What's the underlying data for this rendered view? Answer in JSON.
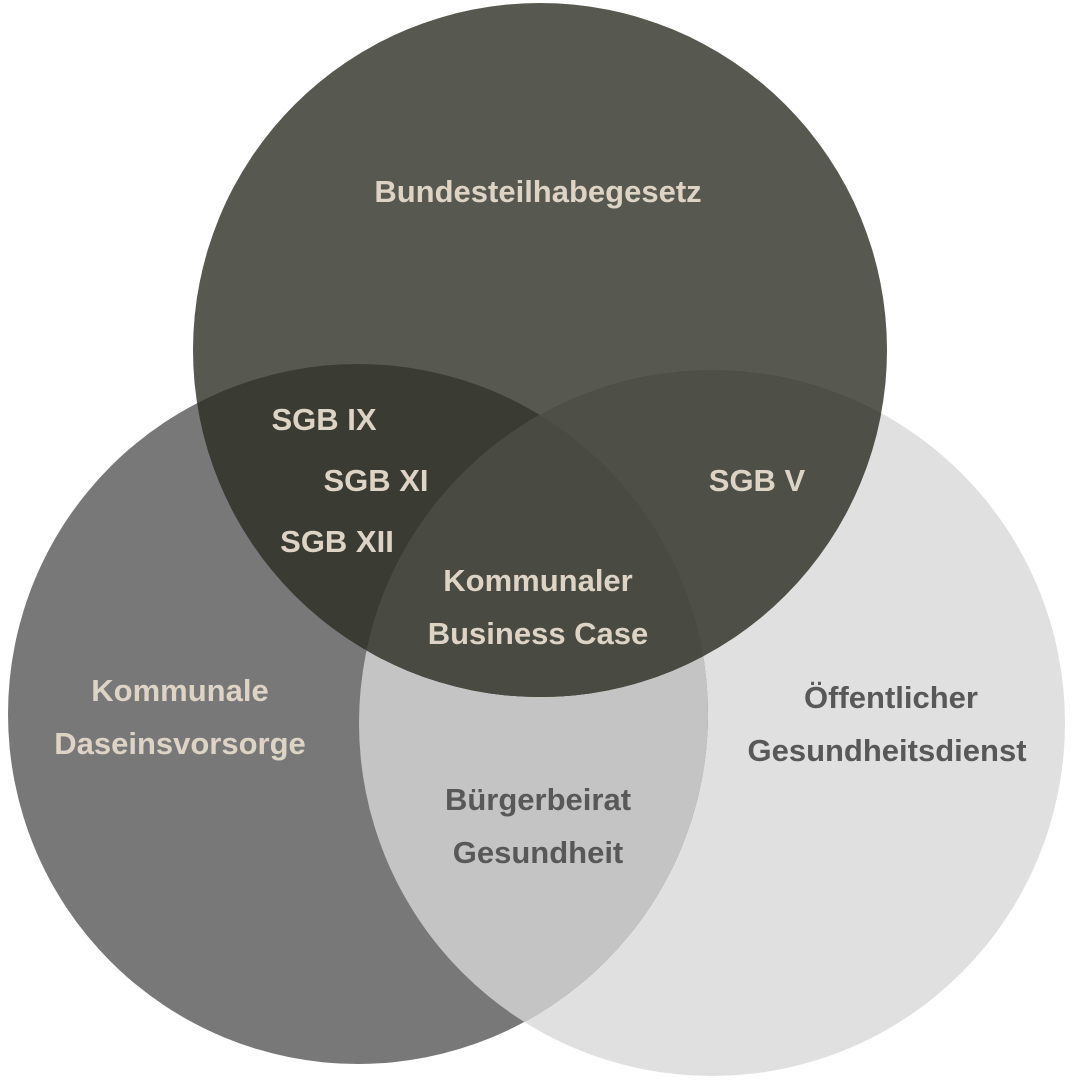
{
  "colors": {
    "background": "#ffffff",
    "top_circle": "#575950",
    "left_circle": "#787878",
    "right_circle": "#e0e0e0",
    "left_right_overlap": "#c4c4c4",
    "top_left_overlap": "#3a3c34",
    "top_right_overlap": "#4e5048",
    "center_overlap": "#494b42",
    "light_text": "#ddd4c6",
    "dark_text": "#585858"
  },
  "circles": {
    "top": "Bundesteilhabegesetz",
    "left": [
      "Kommunale",
      "Daseinsvorsorge"
    ],
    "right": [
      "Öffentlicher",
      "Gesundheitsdienst"
    ]
  },
  "overlaps": {
    "top_left": [
      "SGB IX",
      "SGB XI",
      "SGB XII"
    ],
    "top_right": "SGB V",
    "left_right": [
      "Bürgerbeirat",
      "Gesundheit"
    ],
    "center": [
      "Kommunaler",
      "Business Case"
    ]
  }
}
